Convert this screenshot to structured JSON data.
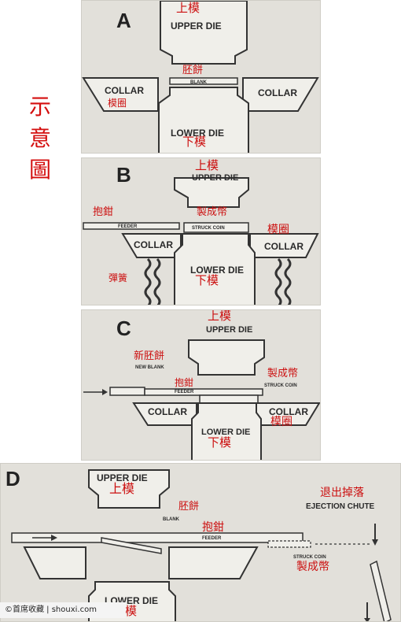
{
  "side_title": [
    "示",
    "意",
    "圖"
  ],
  "panels": {
    "a": {
      "letter": "A",
      "upper_die_en": "UPPER DIE",
      "upper_die_zh": "上模",
      "blank_zh": "胚餅",
      "blank_en": "BLANK",
      "collar_left_en": "COLLAR",
      "collar_left_zh": "模圈",
      "collar_right_en": "COLLAR",
      "lower_die_en": "LOWER DIE",
      "lower_die_zh": "下模"
    },
    "b": {
      "letter": "B",
      "upper_die_zh": "上模",
      "upper_die_en": "UPPER DIE",
      "feeder_zh": "抱鉗",
      "feeder_en": "FEEDER",
      "struck_coin_zh": "製成幣",
      "struck_coin_en": "STRUCK COIN",
      "collar_left_en": "COLLAR",
      "collar_right_en": "COLLAR",
      "collar_right_zh": "模圈",
      "spring_zh": "彈簧",
      "lower_die_en": "LOWER DIE",
      "lower_die_zh": "下模"
    },
    "c": {
      "letter": "C",
      "upper_die_zh": "上模",
      "upper_die_en": "UPPER DIE",
      "new_blank_zh": "新胚餅",
      "new_blank_en": "NEW BLANK",
      "feeder_zh": "抱鉗",
      "feeder_en": "FEEDER",
      "struck_coin_zh": "製成幣",
      "struck_coin_en": "STRUCK COIN",
      "collar_left_en": "COLLAR",
      "collar_right_en": "COLLAR",
      "collar_right_zh": "模圈",
      "lower_die_en": "LOWER DIE",
      "lower_die_zh": "下模"
    },
    "d": {
      "letter": "D",
      "upper_die_en": "UPPER DIE",
      "upper_die_zh": "上模",
      "blank_zh": "胚餅",
      "blank_en": "BLANK",
      "feeder_zh": "抱鉗",
      "feeder_en": "FEEDER",
      "ejection_zh": "退出掉落",
      "ejection_en": "EJECTION CHUTE",
      "struck_coin_en": "STRUCK COIN",
      "struck_coin_zh": "製成幣",
      "lower_die_en": "LOWER DIE",
      "lower_die_zh": "模"
    }
  },
  "watermark": "©首席收藏 | shouxi.com",
  "colors": {
    "annotation_red": "#cc1010",
    "panel_bg": "#e2e0da",
    "ink": "#2a2a2a"
  }
}
